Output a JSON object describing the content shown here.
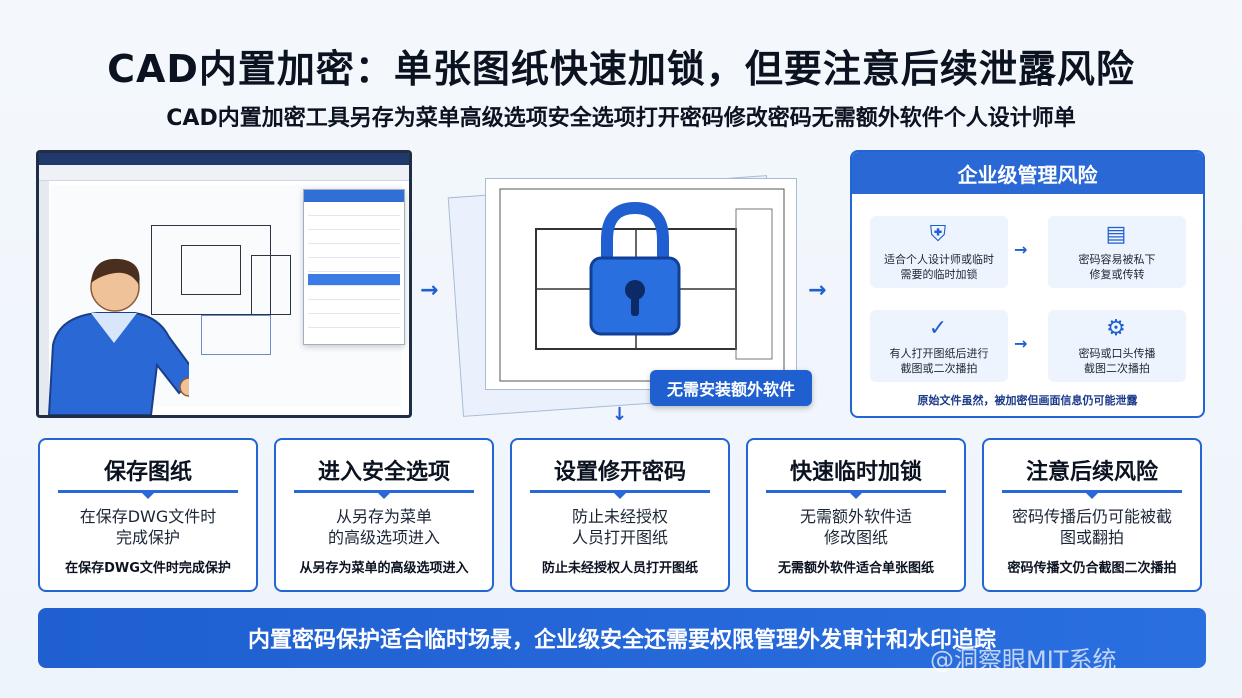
{
  "header": {
    "title": "CAD内置加密：单张图纸快速加锁，但要注意后续泄露风险",
    "subtitle": "CAD内置加密工具另存为菜单高级选项安全选项打开密码修改密码无需额外软件个人设计师单"
  },
  "lock_panel": {
    "badge": "无需安装额外软件"
  },
  "risk_panel": {
    "title": "企业级管理风险",
    "items": [
      {
        "icon": "shield-check-icon",
        "text": "适合个人设计师或临时\n需要的临时加锁"
      },
      {
        "icon": "document-icon",
        "text": "密码容易被私下\n修复或传转"
      },
      {
        "icon": "check-circle-icon",
        "text": "有人打开图纸后进行\n截图或二次播拍"
      },
      {
        "icon": "gear-icon",
        "text": "密码或口头传播\n截图二次播拍"
      }
    ],
    "footer": "原始文件虽然，被加密但画面信息仍可能泄露"
  },
  "steps": [
    {
      "title": "保存图纸",
      "body": "在保存DWG文件时\n完成保护",
      "summary": "在保存DWG文件时完成保护"
    },
    {
      "title": "进入安全选项",
      "body": "从另存为菜单\n的高级选项进入",
      "summary": "从另存为菜单的高级选项进入"
    },
    {
      "title": "设置修开密码",
      "body": "防止未经授权\n人员打开图纸",
      "summary": "防止未经授权人员打开图纸"
    },
    {
      "title": "快速临时加锁",
      "body": "无需额外软件适\n修改图纸",
      "summary": "无需额外软件适合单张图纸"
    },
    {
      "title": "注意后续风险",
      "body": "密码传播后仍可能被截\n图或翻拍",
      "summary": "密码传播文仍合截图二次播拍"
    }
  ],
  "banner": {
    "text": "内置密码保护适合临时场景，企业级安全还需要权限管理外发审计和水印追踪",
    "watermark": "@洞察眼MIT系统"
  },
  "colors": {
    "accent": "#2465d4",
    "text": "#0b1220"
  }
}
